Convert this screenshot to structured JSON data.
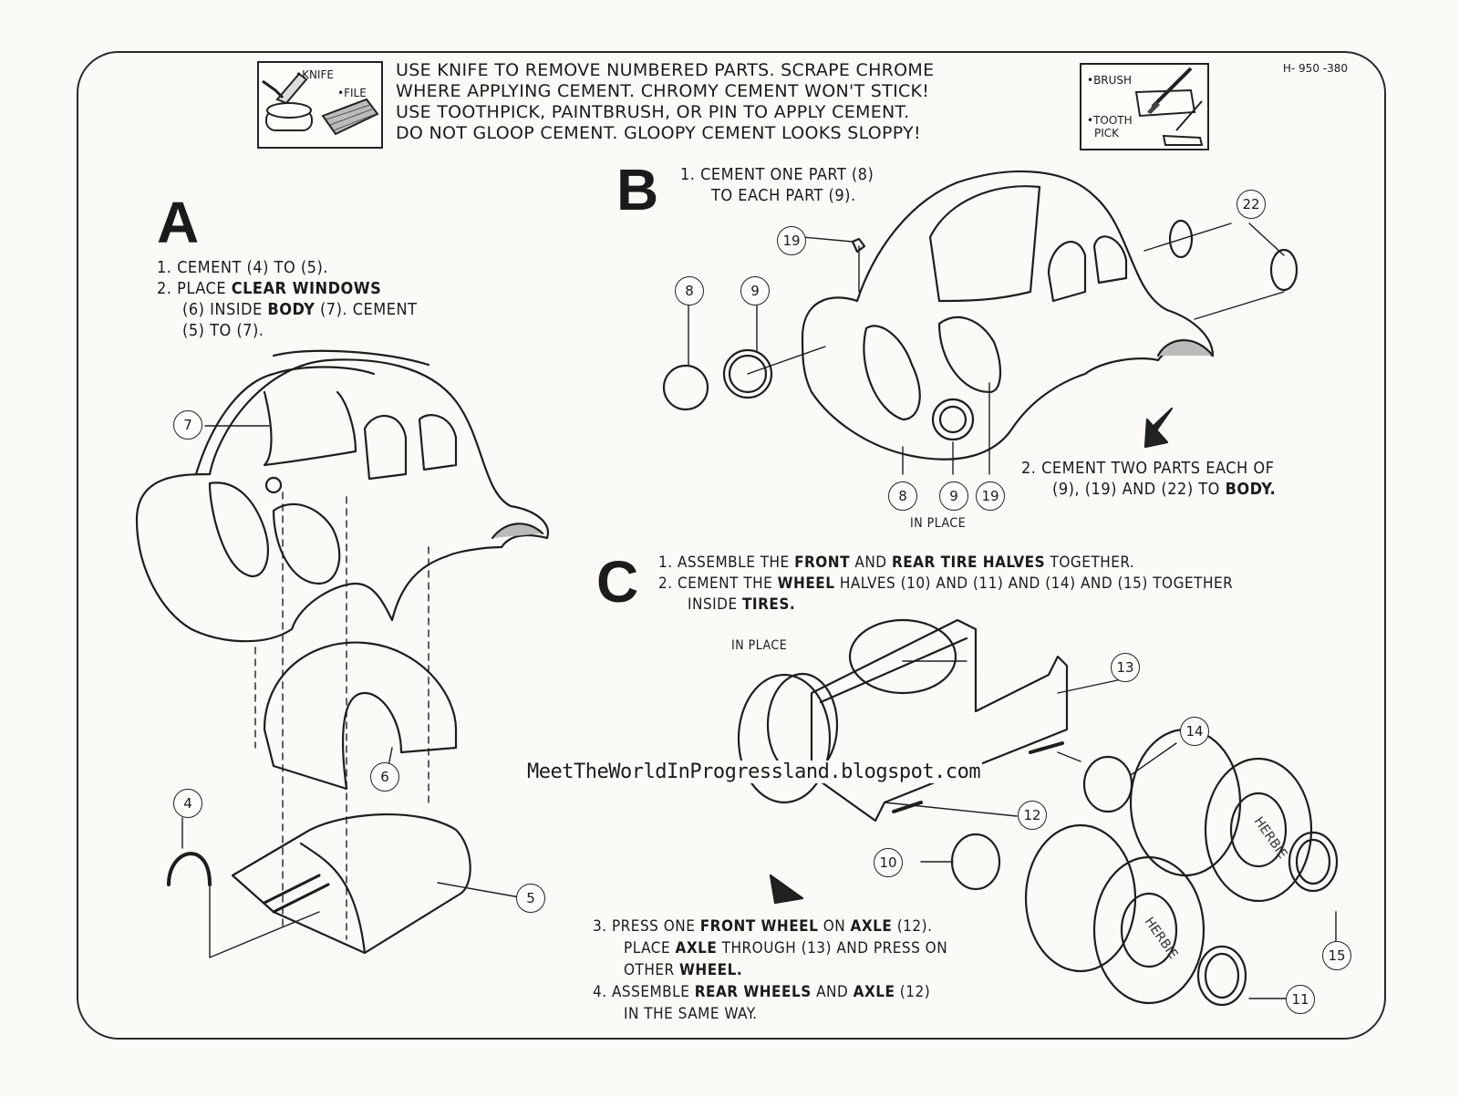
{
  "header": {
    "code": "H- 950 -380",
    "lines": [
      "USE KNIFE TO REMOVE NUMBERED PARTS. SCRAPE CHROME",
      "WHERE APPLYING CEMENT. CHROMY CEMENT WON'T STICK!",
      "USE TOOTHPICK, PAINTBRUSH, OR PIN TO APPLY CEMENT.",
      "DO NOT GLOOP CEMENT. GLOOPY CEMENT LOOKS SLOPPY!"
    ],
    "left_box": {
      "knife": "•KNIFE",
      "file": "•FILE"
    },
    "right_box": {
      "brush": "•BRUSH",
      "tooth": "•TOOTH",
      "pick": "PICK"
    }
  },
  "section_a": {
    "letter": "A",
    "step1": "1. CEMENT (4) TO (5).",
    "step2a": "2. PLACE ",
    "step2_bold": "CLEAR WINDOWS",
    "step2b": "(6) INSIDE ",
    "step2_bold2": "BODY",
    "step2c": " (7). CEMENT",
    "step2d": "(5) TO (7).",
    "callouts": [
      "7",
      "6",
      "4",
      "5"
    ]
  },
  "section_b": {
    "letter": "B",
    "step1a": "1. CEMENT ONE PART (8)",
    "step1b": "TO EACH PART (9).",
    "step2a": "2. CEMENT TWO PARTS EACH OF",
    "step2b": "(9), (19) AND (22) TO ",
    "step2_bold": "BODY.",
    "in_place": "IN PLACE",
    "callouts": [
      "19",
      "8",
      "9",
      "22",
      "8",
      "9",
      "19"
    ]
  },
  "section_c": {
    "letter": "C",
    "step1a": "1. ASSEMBLE THE ",
    "step1_b1": "FRONT",
    "step1_mid": " AND ",
    "step1_b2": "REAR TIRE HALVES",
    "step1_end": " TOGETHER.",
    "step2a": "2. CEMENT THE ",
    "step2_b1": "WHEEL",
    "step2_end": " HALVES (10) AND (11) AND (14) AND (15) TOGETHER",
    "step2c": "INSIDE ",
    "step2_b2": "TIRES.",
    "in_place": "IN PLACE",
    "step3a": "3. PRESS ONE ",
    "step3_b1": "FRONT WHEEL",
    "step3_mid": " ON ",
    "step3_b2": "AXLE",
    "step3_end": " (12).",
    "step3c": "PLACE ",
    "step3_b3": "AXLE",
    "step3d": " THROUGH (13) AND PRESS ON",
    "step3e": "OTHER ",
    "step3_b4": "WHEEL.",
    "step4a": "4. ASSEMBLE ",
    "step4_b1": "REAR WHEELS",
    "step4_mid": " AND ",
    "step4_b2": "AXLE",
    "step4_end": " (12)",
    "step4c": "IN THE SAME WAY.",
    "tire_text": "HERBIE",
    "callouts": [
      "13",
      "14",
      "12",
      "10",
      "15",
      "11"
    ]
  },
  "watermark": "MeetTheWorldInProgressland.blogspot.com"
}
